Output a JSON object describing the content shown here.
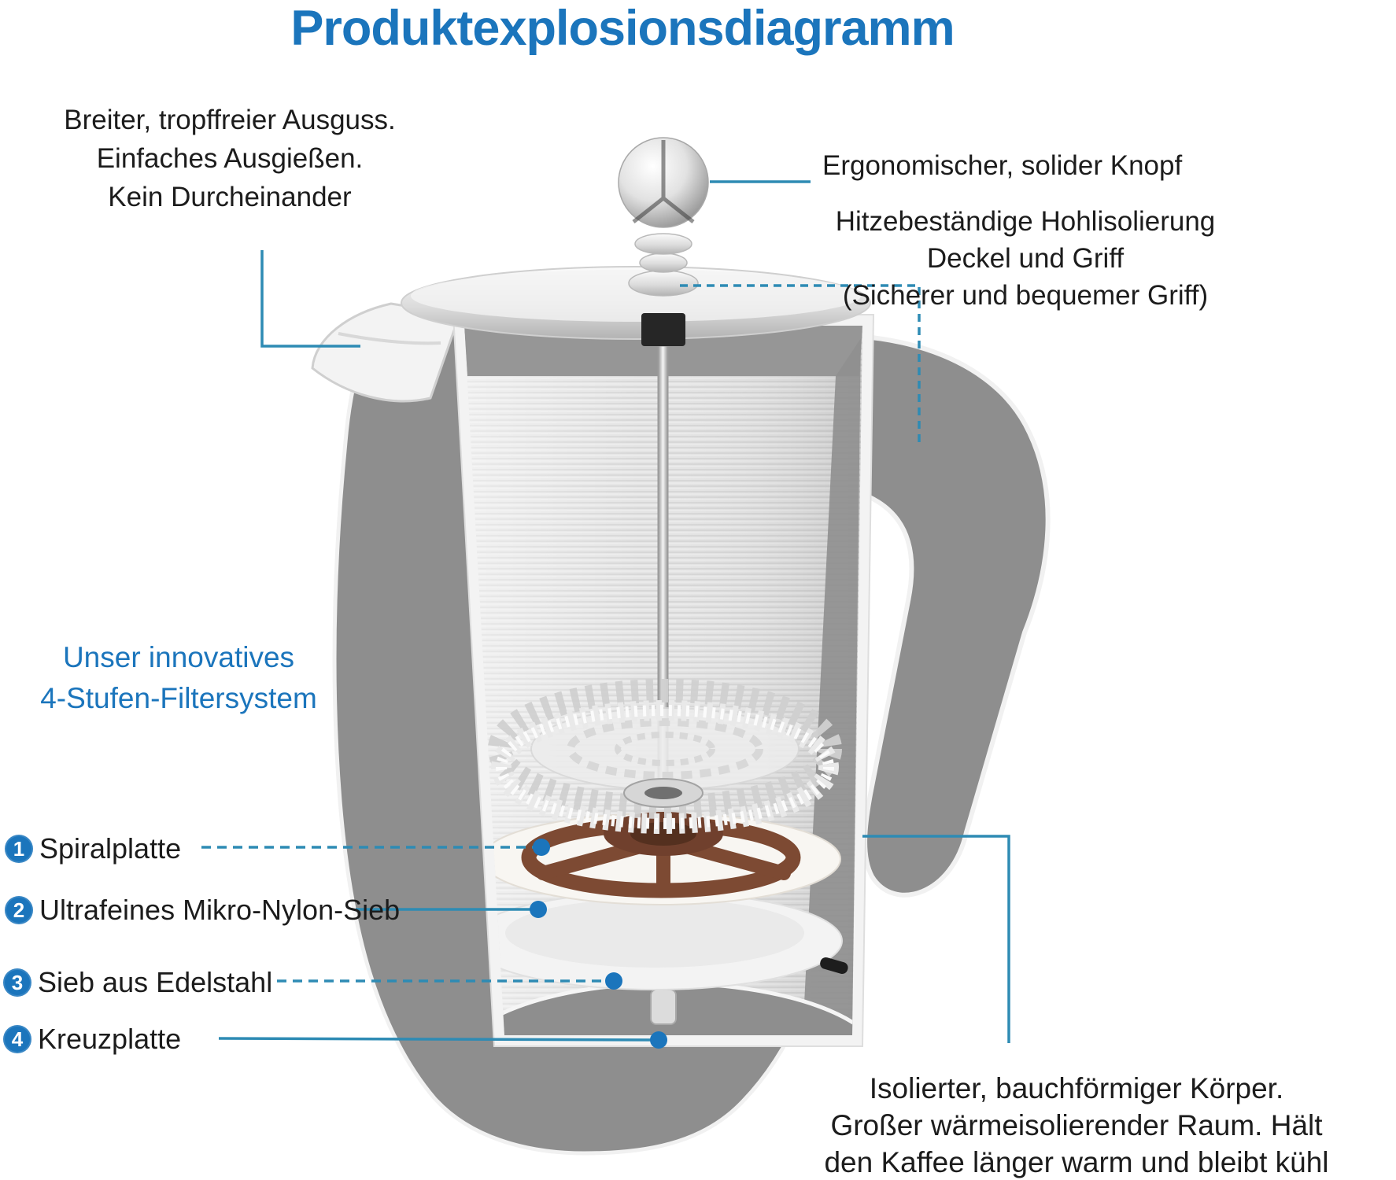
{
  "title": "Produktexplosionsdiagramm",
  "callouts": {
    "spout": {
      "line1": "Breiter, tropffreier Ausguss.",
      "line2": "Einfaches Ausgießen.",
      "line3": "Kein Durcheinander"
    },
    "knob": {
      "text": "Ergonomischer, solider Knopf"
    },
    "lid_handle": {
      "line1": "Hitzebeständige Hohlisolierung",
      "line2": "Deckel und Griff",
      "line3": "(Sicherer und bequemer Griff)"
    },
    "filter_system": {
      "line1": "Unser innovatives",
      "line2": "4-Stufen-Filtersystem"
    },
    "body": {
      "line1": "Isolierter, bauchförmiger Körper.",
      "line2": "Großer wärmeisolierender Raum. Hält",
      "line3": "den Kaffee länger warm und bleibt kühl"
    }
  },
  "filter_parts": [
    {
      "number": "1",
      "label": "Spiralplatte"
    },
    {
      "number": "2",
      "label": "Ultrafeines Mikro-Nylon-Sieb"
    },
    {
      "number": "3",
      "label": "Sieb aus Edelstahl"
    },
    {
      "number": "4",
      "label": "Kreuzplatte"
    }
  ],
  "colors": {
    "accent_blue": "#1b75bc",
    "leader_line": "#2e8bb4",
    "leader_dot": "#1b75bc",
    "pot_gray": "#8e8e8e",
    "filter_brown": "#7d4a33"
  }
}
